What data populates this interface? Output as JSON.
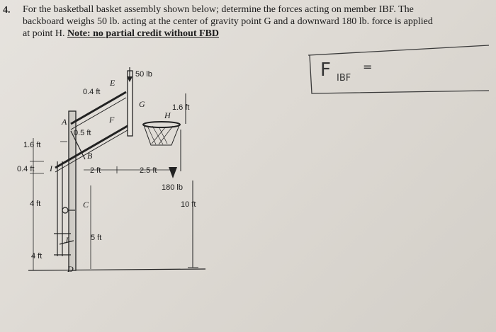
{
  "problem": {
    "number": "4.",
    "line1": "For the basketball basket assembly shown below; determine the forces acting on member IBF. The",
    "line2": "backboard weighs 50 lb. acting at the center of gravity point G and a downward 180 lb. force is applied",
    "line3_prefix": "at point H.",
    "note": "Note: no partial credit without FBD"
  },
  "diagram": {
    "loads": {
      "backboard_weight": "50 lb",
      "downward_force": "180 lb"
    },
    "points": {
      "E": "E",
      "G": "G",
      "F": "F",
      "A": "A",
      "H": "H",
      "B": "B",
      "I": "I",
      "C": "C",
      "J": "J",
      "D": "D"
    },
    "dimensions": {
      "d_04_top": "0.4 ft",
      "d_05": "0.5 ft",
      "d_16_left": "1.6 ft",
      "d_04_left": "0.4 ft",
      "d_2": "2 ft",
      "d_25": "2.5 ft",
      "d_16_right": "1.6 ft",
      "d_4_upper": "4 ft",
      "d_4_lower": "4 ft",
      "d_5": "5 ft",
      "d_10": "10 ft"
    }
  },
  "handwriting": {
    "answer_label_main": "F",
    "answer_label_sub": "IBF",
    "equals": "="
  }
}
